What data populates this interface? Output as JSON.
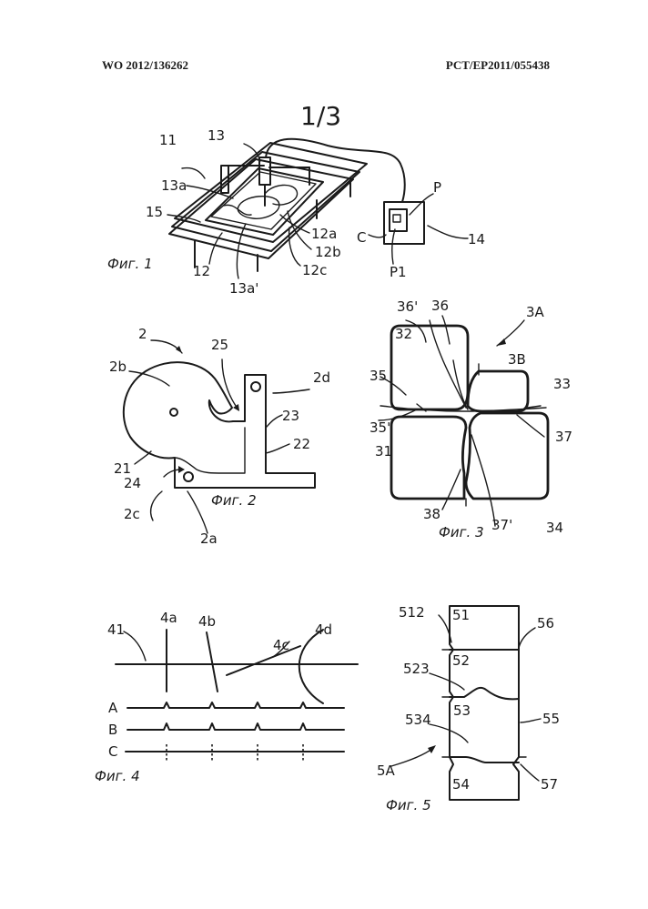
{
  "header": {
    "pub_number": "WO 2012/136262",
    "app_number": "PCT/EP2011/055438"
  },
  "sheet_number": "1/3",
  "fig1": {
    "caption": "Фиг. 1",
    "labels": {
      "l11": "11",
      "l13": "13",
      "l13a": "13a",
      "l15": "15",
      "l12": "12",
      "l13a_prime": "13a'",
      "l12a": "12a",
      "l12b": "12b",
      "l12c": "12c",
      "lP": "P",
      "lC": "C",
      "lP1": "P1",
      "l14": "14"
    }
  },
  "fig2": {
    "caption": "Фиг. 2",
    "labels": {
      "l2": "2",
      "l25": "25",
      "l2b": "2b",
      "l2d": "2d",
      "l23": "23",
      "l22": "22",
      "l21": "21",
      "l24": "24",
      "l2c": "2c",
      "l2a": "2a"
    }
  },
  "fig3": {
    "caption": "Фиг. 3",
    "labels": {
      "l36p": "36'",
      "l36": "36",
      "l3A": "3A",
      "l32": "32",
      "l3B": "3B",
      "l35": "35",
      "l33": "33",
      "l35p": "35'",
      "l37": "37",
      "l31": "31",
      "l34": "34",
      "l38": "38",
      "l37p": "37'"
    }
  },
  "fig4": {
    "caption": "Фиг. 4",
    "labels": {
      "l41": "41",
      "l4a": "4a",
      "l4b": "4b",
      "l4c": "4c",
      "l4d": "4d",
      "rowA": "A",
      "rowB": "B",
      "rowC": "C"
    }
  },
  "fig5": {
    "caption": "Фиг. 5",
    "labels": {
      "l512": "512",
      "l51": "51",
      "l56": "56",
      "l52": "52",
      "l523": "523",
      "l53": "53",
      "l534": "534",
      "l55": "55",
      "l5A": "5A",
      "l54": "54",
      "l57": "57"
    }
  }
}
